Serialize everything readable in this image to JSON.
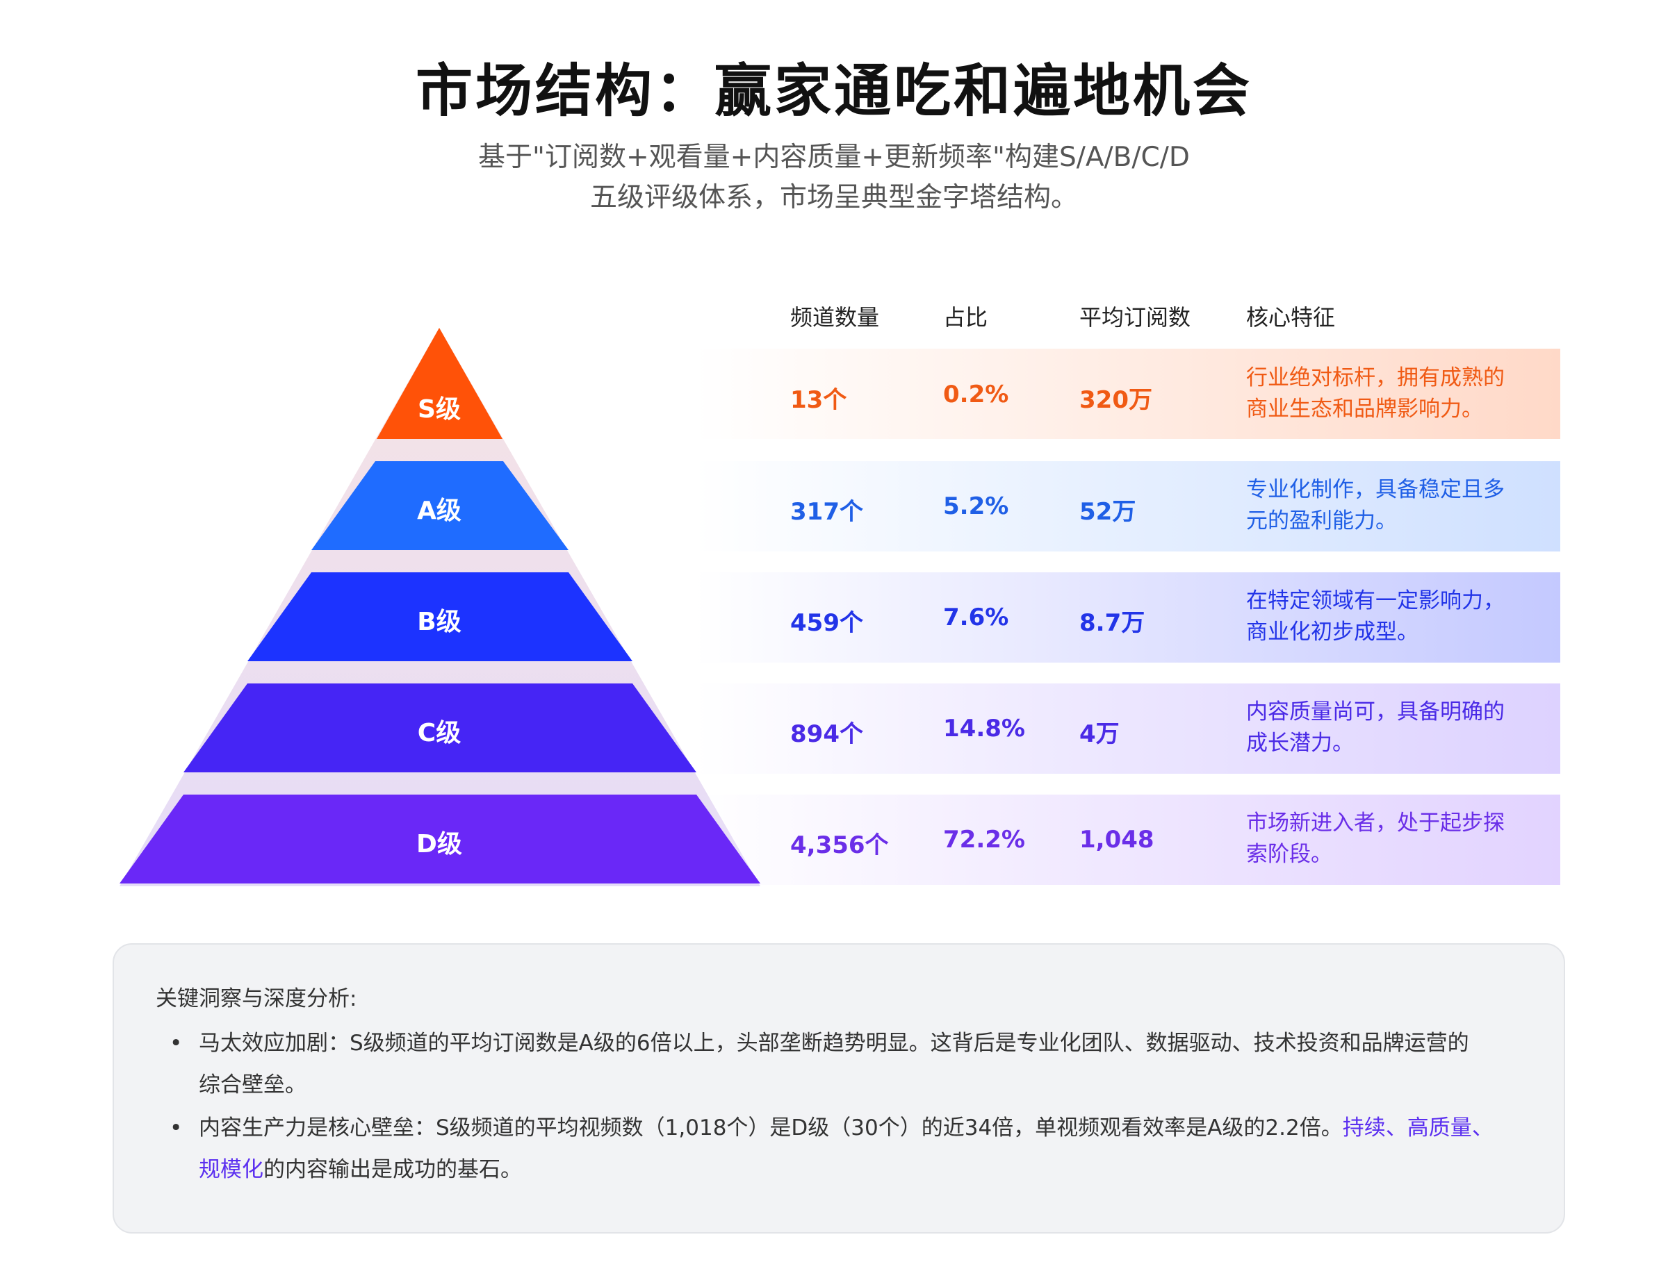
{
  "title": "市场结构：赢家通吃和遍地机会",
  "subtitle": {
    "line1": "基于\"订阅数+观看量+内容质量+更新频率\"构建S/A/B/C/D",
    "line2": "五级评级体系，市场呈典型金字塔结构。"
  },
  "table": {
    "headers": {
      "count": "频道数量",
      "share": "占比",
      "avg_subs": "平均订阅数",
      "feature": "核心特征"
    },
    "tiers": [
      {
        "label": "S级",
        "count": "13个",
        "share": "0.2%",
        "avg_subs": "320万",
        "feature_line1": "行业绝对标杆，拥有成熟的",
        "feature_line2": "商业生态和品牌影响力。",
        "color": "#ff5208",
        "text_color": "#f05a14"
      },
      {
        "label": "A级",
        "count": "317个",
        "share": "5.2%",
        "avg_subs": "52万",
        "feature_line1": "专业化制作，具备稳定且多",
        "feature_line2": "元的盈利能力。",
        "color": "#1f6cff",
        "text_color": "#1f5fe6"
      },
      {
        "label": "B级",
        "count": "459个",
        "share": "7.6%",
        "avg_subs": "8.7万",
        "feature_line1": "在特定领域有一定影响力，",
        "feature_line2": "商业化初步成型。",
        "color": "#1c33ff",
        "text_color": "#2234e8"
      },
      {
        "label": "C级",
        "count": "894个",
        "share": "14.8%",
        "avg_subs": "4万",
        "feature_line1": "内容质量尚可，具备明确的",
        "feature_line2": "成长潜力。",
        "color": "#4625f5",
        "text_color": "#4a2ae6"
      },
      {
        "label": "D级",
        "count": "4,356个",
        "share": "72.2%",
        "avg_subs": "1,048",
        "feature_line1": "市场新进入者，处于起步探",
        "feature_line2": "索阶段。",
        "color": "#6a28f7",
        "text_color": "#6a2ee8"
      }
    ]
  },
  "insights": {
    "title": "关键洞察与深度分析:",
    "bullet1": {
      "line1": "马太效应加剧：S级频道的平均订阅数是A级的6倍以上，头部垄断趋势明显。这背后是专业化团队、数据驱动、技术投资和品牌运营的",
      "line2": "综合壁垒。"
    },
    "bullet2": {
      "line1": "内容生产力是核心壁垒：S级频道的平均视频数（1,018个）是D级（30个）的近34倍，单视频观看效率是A级的2.2倍。",
      "highlight_a": "持续、高质量、",
      "highlight_b": "规模化",
      "line2_rest": "的内容输出是成功的基石。"
    }
  }
}
